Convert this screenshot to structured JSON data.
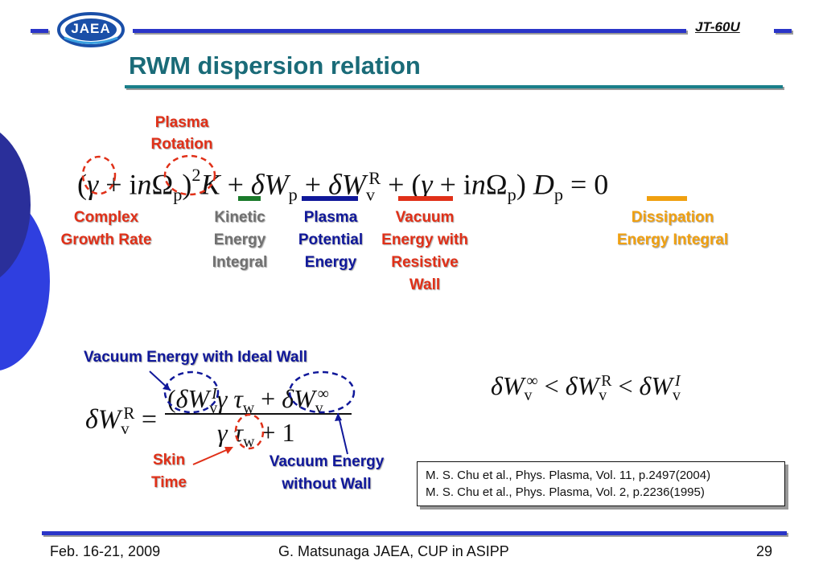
{
  "header": {
    "logo_text": "JAEA",
    "device_label": "JT-60U",
    "title": "RWM dispersion relation"
  },
  "colors": {
    "bar_blue": "#2a35c8",
    "title_teal": "#1a6b78",
    "red_label": "#e03018",
    "orange_label": "#f0a010",
    "navy_label": "#10189a",
    "gray_label": "#707070",
    "green_underline": "#1a7a2a"
  },
  "equation_labels": {
    "plasma_rotation": "Plasma Rotation",
    "complex_growth_rate": "Complex Growth Rate",
    "kinetic_energy_integral": "Kinetic Energy Integral",
    "plasma_potential_energy": "Plasma Potential Energy",
    "vacuum_energy_resistive_wall": "Vacuum Energy with Resistive Wall",
    "dissipation_energy_integral": "Dissipation Energy Integral"
  },
  "lower_labels": {
    "ideal_wall": "Vacuum Energy with Ideal Wall",
    "skin_time": "Skin Time",
    "without_wall": "Vacuum Energy without Wall"
  },
  "references": [
    "M. S. Chu et al., Phys. Plasma, Vol. 11, p.2497(2004)",
    "M. S. Chu et al., Phys. Plasma, Vol. 2, p.2236(1995)"
  ],
  "footer": {
    "date": "Feb. 16-21, 2009",
    "author": "G. Matsunaga JAEA, CUP in ASIPP",
    "page_number": "29"
  }
}
